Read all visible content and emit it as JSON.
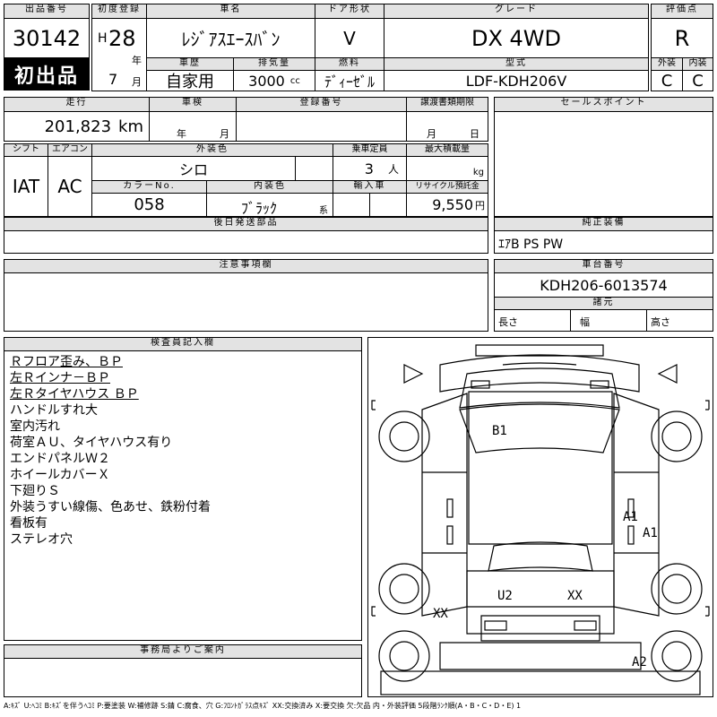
{
  "header": {
    "lot_label": "出品番号",
    "lot_number": "30142",
    "first_listing": "初出品",
    "first_reg_label": "初度登録",
    "era": "H",
    "year": "28",
    "year_unit": "年",
    "month": "7",
    "month_unit": "月",
    "car_name_label": "車名",
    "car_name": "ﾚｼﾞｱｽｴｰｽﾊﾞﾝ",
    "door_label": "ドア形状",
    "door": "V",
    "grade_label": "グレード",
    "grade": "DX 4WD",
    "score_label": "評価点",
    "score": "R",
    "history_label": "車歴",
    "history": "自家用",
    "displacement_label": "排気量",
    "displacement": "3000",
    "displacement_unit": "cc",
    "fuel_label": "燃料",
    "fuel": "ﾃﾞｨｰｾﾞﾙ",
    "model_label": "型式",
    "model": "LDF-KDH206V",
    "exterior_label": "外装",
    "exterior": "C",
    "interior_label": "内装",
    "interior": "C"
  },
  "row2": {
    "mileage_label": "走行",
    "mileage": "201,823",
    "mileage_unit": "km",
    "inspection_label": "車検",
    "inspection_year_unit": "年",
    "inspection_month_unit": "月",
    "reg_no_label": "登録番号",
    "transfer_label": "譲渡書類期限",
    "transfer_month_unit": "月",
    "transfer_day_unit": "日",
    "sales_label": "セールスポイント"
  },
  "row3": {
    "shift_label": "シフト",
    "shift": "IAT",
    "ac_label": "エアコン",
    "ac": "AC",
    "ext_color_label": "外装色",
    "ext_color": "シロ",
    "capacity_label": "乗車定員",
    "capacity": "3",
    "capacity_unit": "人",
    "max_load_label": "最大積載量",
    "max_load_unit": "kg",
    "color_no_label": "カラーNo.",
    "color_no": "058",
    "int_color_label": "内装色",
    "int_color": "ﾌﾞﾗｯｸ",
    "int_color_unit": "系",
    "import_label": "輸入車",
    "recycle_label": "リサイクル預託金",
    "recycle": "9,550",
    "recycle_unit": "円",
    "later_parts_label": "後日発送部品",
    "equipment_label": "純正装備",
    "equipment": "ｴｱB PS PW"
  },
  "notes_section": {
    "caution_label": "注意事項欄",
    "chassis_label": "車台番号",
    "chassis": "KDH206-6013574",
    "dims_label": "諸元",
    "length_label": "長さ",
    "width_label": "幅",
    "height_label": "高さ"
  },
  "inspector": {
    "label": "検査員記入欄",
    "lines": [
      "Ｒフロア歪み、ＢＰ",
      "左Ｒインナ－ＢＰ",
      "左Ｒタイヤハウス ＢＰ",
      "ハンドルすれ大",
      "室内汚れ",
      "荷室ＡＵ、タイヤハウス有り",
      "エンドパネルＷ２",
      "ホイールカバーＸ",
      "下廻りＳ",
      "外装うすい線傷、色あせ、鉄粉付着",
      "看板有",
      "ステレオ穴"
    ]
  },
  "office": {
    "label": "事務局よりご案内"
  },
  "damage_marks": [
    "B1",
    "A1",
    "A1",
    "U2",
    "XX",
    "XX",
    "A2"
  ],
  "legend": "A:ｷｽﾞ U:ﾍｺﾐ B:ｷｽﾞを伴うﾍｺﾐ P:要塗装 W:補修跡 S:錆 C:腐食、穴 G:ﾌﾛﾝﾄｶﾞﾗｽ点ｷｽﾞ XX:交換済み X:要交換 欠:欠品 内・外装評価 5段階ﾗﾝｸ順(A・B・C・D・E) 1"
}
